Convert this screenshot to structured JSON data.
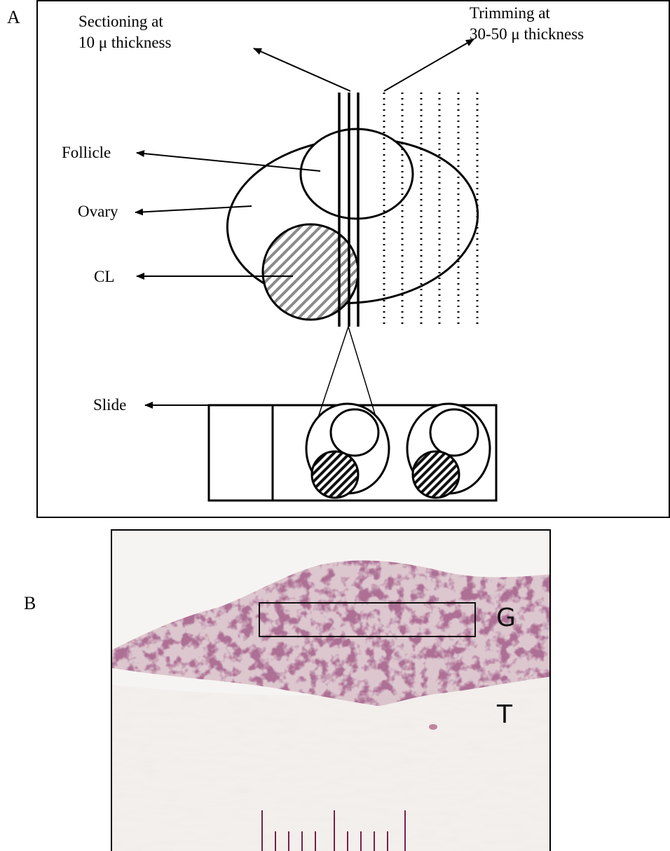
{
  "panel_a": {
    "letter": "A",
    "sectioning_line1": "Sectioning at",
    "sectioning_line2": "10 μ thickness",
    "trimming_line1": "Trimming at",
    "trimming_line2": "30-50 μ thickness",
    "follicle": "Follicle",
    "ovary": "Ovary",
    "cl": "CL",
    "slide": "Slide"
  },
  "panel_b": {
    "letter": "B",
    "g_label": "G",
    "t_label": "T"
  }
}
